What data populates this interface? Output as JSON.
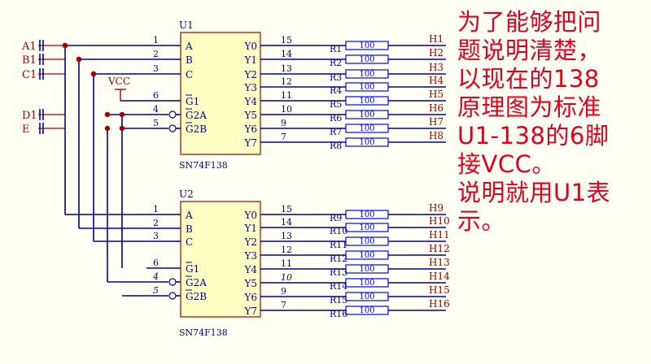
{
  "colors": {
    "background": "#fffff4",
    "wire": "#00008b",
    "chip_fill": "#ffffc4",
    "chip_border": "#a50000",
    "chip_text": "#a50000",
    "label_blue": "#00008b",
    "label_red": "#a50000",
    "resistor": "#0000ff",
    "annotation": "#e0001e"
  },
  "inputs": [
    "A1",
    "B1",
    "C1",
    "D1",
    "E"
  ],
  "power_label": "VCC",
  "chips": [
    {
      "ref": "U1",
      "part": "SN74F138",
      "left_pins": [
        {
          "num": "1",
          "name": "A",
          "bar": false
        },
        {
          "num": "2",
          "name": "B",
          "bar": false
        },
        {
          "num": "3",
          "name": "C",
          "bar": false
        },
        {
          "num": "6",
          "name": "G1",
          "bar": true
        },
        {
          "num": "4",
          "name": "G2A",
          "bar": true
        },
        {
          "num": "5",
          "name": "G2B",
          "bar": true
        }
      ],
      "right_pins": [
        {
          "num": "15",
          "name": "Y0"
        },
        {
          "num": "14",
          "name": "Y1"
        },
        {
          "num": "13",
          "name": "Y2"
        },
        {
          "num": "12",
          "name": "Y3"
        },
        {
          "num": "11",
          "name": "Y4"
        },
        {
          "num": "10",
          "name": "Y5"
        },
        {
          "num": "9",
          "name": "Y6"
        },
        {
          "num": "7",
          "name": "Y7"
        }
      ],
      "resistors": [
        "R1",
        "R2",
        "R3",
        "R4",
        "R5",
        "R6",
        "R7",
        "R8"
      ],
      "resistor_value": "100",
      "outputs": [
        "H1",
        "H2",
        "H3",
        "H4",
        "H5",
        "H6",
        "H7",
        "H8"
      ]
    },
    {
      "ref": "U2",
      "part": "SN74F138",
      "left_pins": [
        {
          "num": "1",
          "name": "A",
          "bar": false
        },
        {
          "num": "2",
          "name": "B",
          "bar": false
        },
        {
          "num": "3",
          "name": "C",
          "bar": false
        },
        {
          "num": "6",
          "name": "G1",
          "bar": true
        },
        {
          "num": "4",
          "name": "G2A",
          "bar": true
        },
        {
          "num": "5",
          "name": "G2B",
          "bar": true
        }
      ],
      "right_pins": [
        {
          "num": "15",
          "name": "Y0"
        },
        {
          "num": "14",
          "name": "Y1"
        },
        {
          "num": "13",
          "name": "Y2"
        },
        {
          "num": "12",
          "name": "Y3"
        },
        {
          "num": "11",
          "name": "Y4"
        },
        {
          "num": "10",
          "name": "Y5"
        },
        {
          "num": "9",
          "name": "Y6"
        },
        {
          "num": "7",
          "name": "Y7"
        }
      ],
      "resistors": [
        "R9",
        "R10",
        "R11",
        "R12",
        "R13",
        "R14",
        "R15",
        "R16"
      ],
      "resistor_value": "100",
      "outputs": [
        "H9",
        "H10",
        "H11",
        "H12",
        "H13",
        "H14",
        "H15",
        "H16"
      ]
    }
  ],
  "note": {
    "lines": [
      "为了能够把问",
      "题说明清楚，",
      "以现在的138",
      "原理图为标准",
      "U1-138的6脚",
      "接VCC。",
      "说明就用U1表",
      "示。"
    ]
  }
}
